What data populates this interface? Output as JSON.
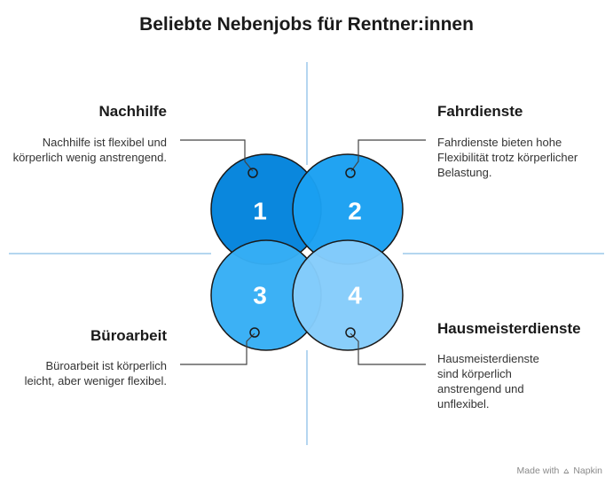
{
  "title": "Beliebte Nebenjobs für Rentner:innen",
  "items": [
    {
      "number": "1",
      "heading": "Nachhilfe",
      "description": "Nachhilfe ist flexibel und körperlich wenig anstrengend.",
      "color": "#0a87dd"
    },
    {
      "number": "2",
      "heading": "Fahrdienste",
      "description": "Fahrdienste bieten hohe Flexibilität trotz körperlicher Belastung.",
      "color": "#1aa0f2"
    },
    {
      "number": "3",
      "heading": "Büroarbeit",
      "description": "Büroarbeit ist körperlich leicht, aber weniger flexibel.",
      "color": "#36aef5"
    },
    {
      "number": "4",
      "heading": "Hausmeisterdienste",
      "description": "Hausmeisterdienste sind körperlich anstrengend und unflexibel.",
      "color": "#85ccfb"
    }
  ],
  "colors": {
    "divider": "#9cc9ea",
    "stroke": "#1a1a1a",
    "connector": "#444444"
  },
  "footer": {
    "made_with": "Made with",
    "brand": "Napkin",
    "icon": "napkin-icon"
  }
}
